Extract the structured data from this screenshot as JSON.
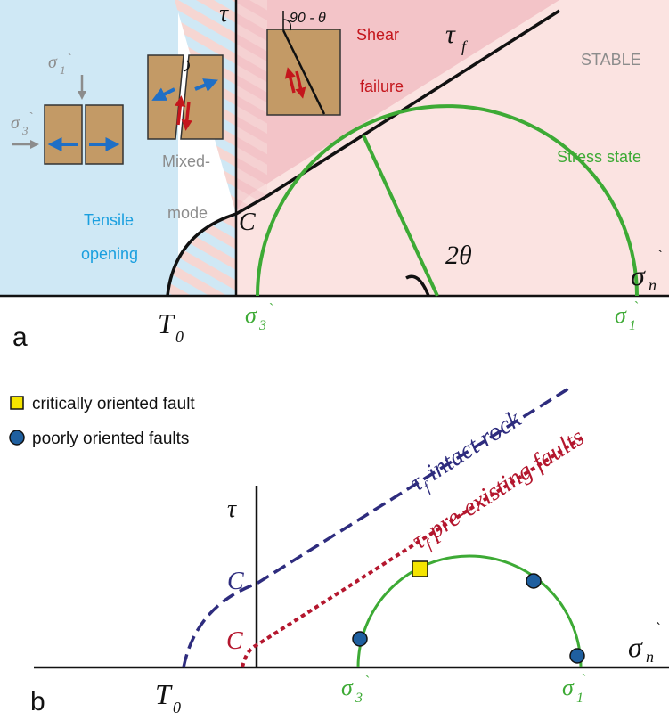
{
  "colors": {
    "tensile_bg": "#cfe8f5",
    "shear_bg": "#f3c4c8",
    "stable_bg": "#fbe3e1",
    "mohr_circle": "#3daa35",
    "blue_text": "#1a9fdf",
    "red_text": "#c4161c",
    "gray_text": "#8c8c8c",
    "rock": "#c39a66",
    "intact_line": "#2e2c7e",
    "preexisting_line": "#b4172e",
    "critical_marker": "#f5e400",
    "poor_marker": "#1f5f9f"
  },
  "panel_a": {
    "panel_label": "a",
    "tau_label": "τ",
    "tau_f_label": "τ",
    "tau_f_sub": "f",
    "sigma_n_label": "σ",
    "sigma_n_sub": "n",
    "sigma_n_prime": "`",
    "cohesion_label": "C",
    "T0_label": "T",
    "T0_sub": "0",
    "angle_label": "2θ",
    "sigma3_label": "σ",
    "sigma3_sub": "3",
    "sigma3_prime": "`",
    "sigma1_label": "σ",
    "sigma1_sub": "1",
    "sigma1_prime": "`",
    "region_labels": {
      "tensile": "Tensile",
      "opening": "opening",
      "mixed_line1": "Mixed-",
      "mixed_line2": "mode",
      "shear_line1": "Shear",
      "shear_line2": "failure",
      "stable": "STABLE",
      "stress_state": "Stress state"
    },
    "inset_labels": {
      "sigma1": "σ",
      "sigma1_sub": "1",
      "sigma1_prime": "`",
      "sigma3": "σ",
      "sigma3_sub": "3",
      "sigma3_prime": "`",
      "angle": "90 - θ"
    }
  },
  "panel_b": {
    "panel_label": "b",
    "legend": [
      {
        "marker": "square",
        "color": "#f5e400",
        "label": "critically oriented fault"
      },
      {
        "marker": "circle",
        "color": "#1f5f9f",
        "label": "poorly oriented faults"
      }
    ],
    "tau_label": "τ",
    "intact_label": "τ",
    "intact_sub": "f",
    "intact_text": " intact rock",
    "preexisting_label": "τ",
    "preexisting_sub": "f",
    "preexisting_text": " pre-existing faults",
    "cohesion_intact": "C",
    "cohesion_preexisting": "C",
    "T0_label": "T",
    "T0_sub": "0",
    "sigma_n_label": "σ",
    "sigma_n_sub": "n",
    "sigma_n_prime": "`",
    "sigma3_label": "σ",
    "sigma3_sub": "3",
    "sigma3_prime": "`",
    "sigma1_label": "σ",
    "sigma1_sub": "1",
    "sigma1_prime": "`"
  }
}
